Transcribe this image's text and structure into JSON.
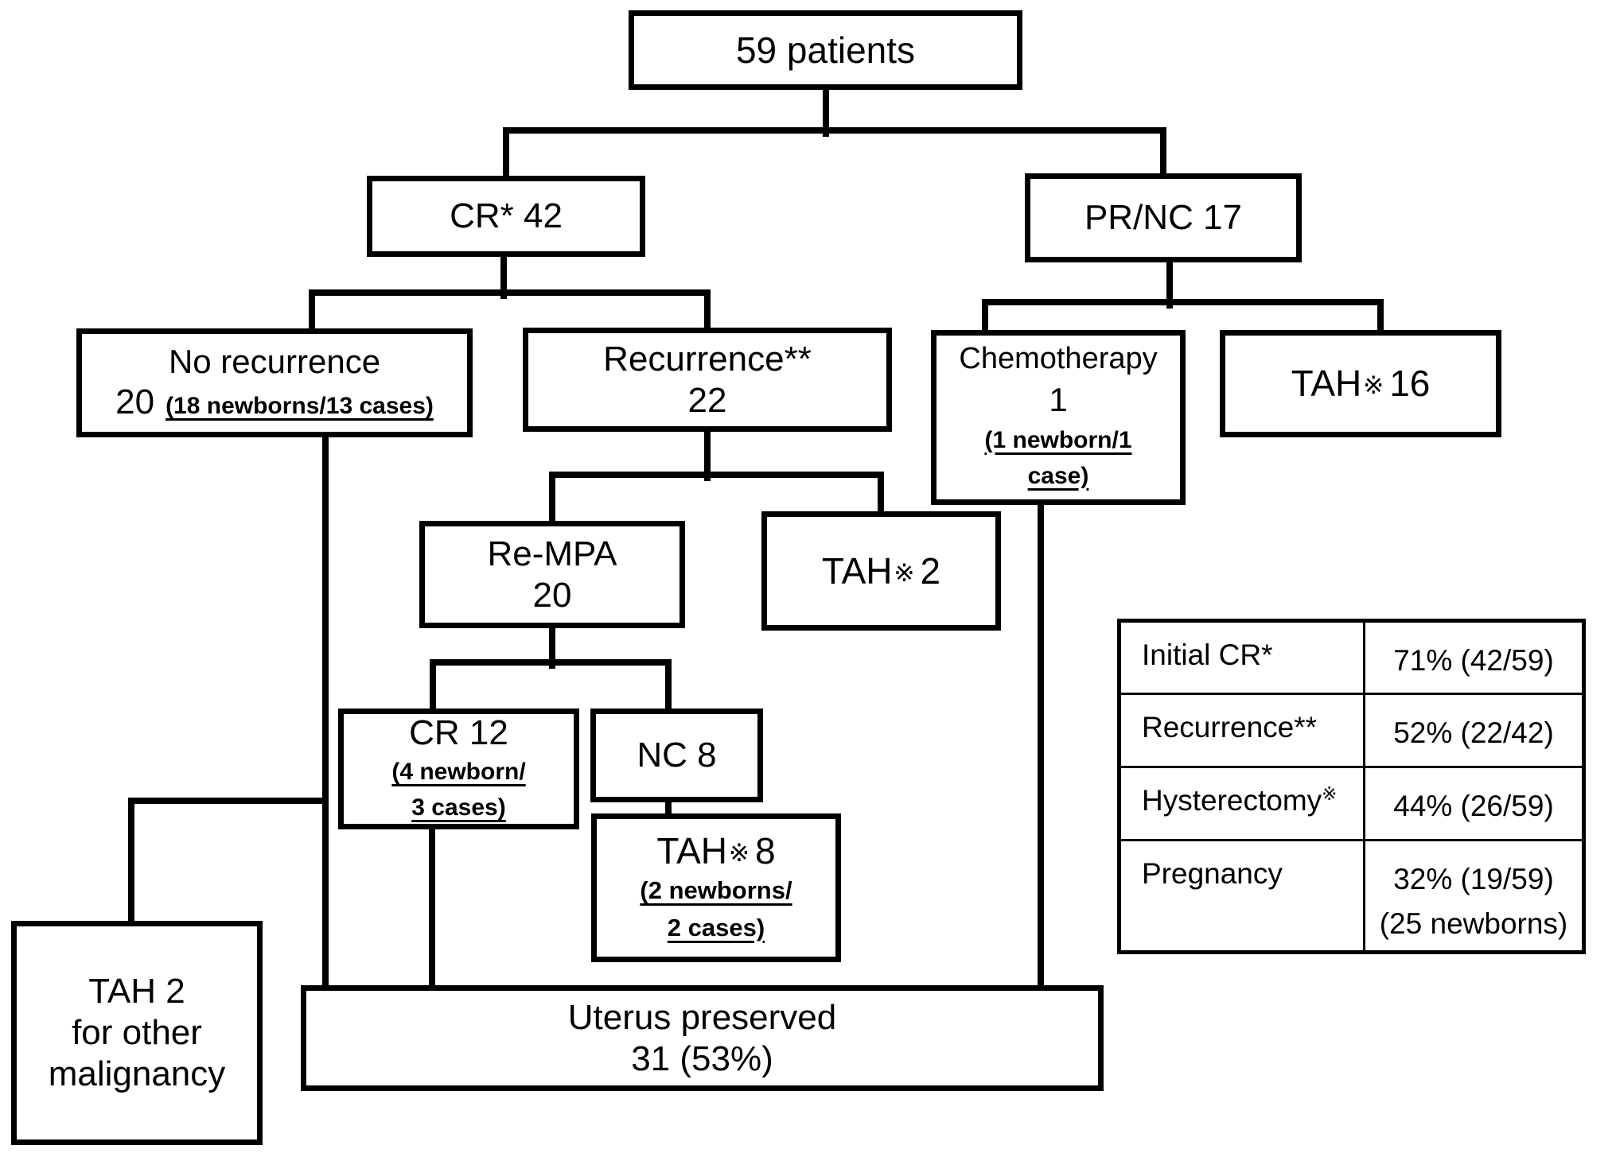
{
  "diagram": {
    "patients": {
      "label": "59 patients"
    },
    "cr": {
      "label": "CR* 42"
    },
    "pr_nc": {
      "label": "PR/NC 17"
    },
    "no_recurrence": {
      "title": "No recurrence",
      "count": "20",
      "note": "(18 newborns/13 cases)"
    },
    "recurrence": {
      "title": "Recurrence**",
      "count": "22"
    },
    "chemotherapy": {
      "title": "Chemotherapy",
      "count": "1",
      "note_line1": "(1 newborn/1",
      "note_line2": "case)"
    },
    "tah_16": {
      "name": "TAH",
      "mark": "※",
      "count": "16"
    },
    "re_mpa": {
      "title": "Re-MPA",
      "count": "20"
    },
    "tah_2": {
      "name": "TAH",
      "mark": "※",
      "count": "2"
    },
    "cr_12": {
      "title": "CR 12",
      "note_line1": "(4 newborn/",
      "note_line2": "3 cases)"
    },
    "nc_8": {
      "title": "NC 8"
    },
    "tah_8": {
      "name": "TAH",
      "mark": "※",
      "count": "8",
      "note_line1": "(2 newborns/",
      "note_line2": "2 cases)"
    },
    "tah_other_malignancy": {
      "line1": "TAH 2",
      "line2": "for other",
      "line3": "malignancy"
    },
    "uterus_preserved": {
      "title": "Uterus preserved",
      "count": "31 (53%)"
    }
  },
  "summary_table": {
    "rows": [
      {
        "label": "Initial CR*",
        "sup": "",
        "value": "71% (42/59)",
        "value2": ""
      },
      {
        "label": "Recurrence**",
        "sup": "",
        "value": "52% (22/42)",
        "value2": ""
      },
      {
        "label": "Hysterectomy",
        "sup": "※",
        "value": "44% (26/59)",
        "value2": ""
      },
      {
        "label": "Pregnancy",
        "sup": "",
        "value": "32% (19/59)",
        "value2": "(25 newborns)"
      }
    ]
  }
}
